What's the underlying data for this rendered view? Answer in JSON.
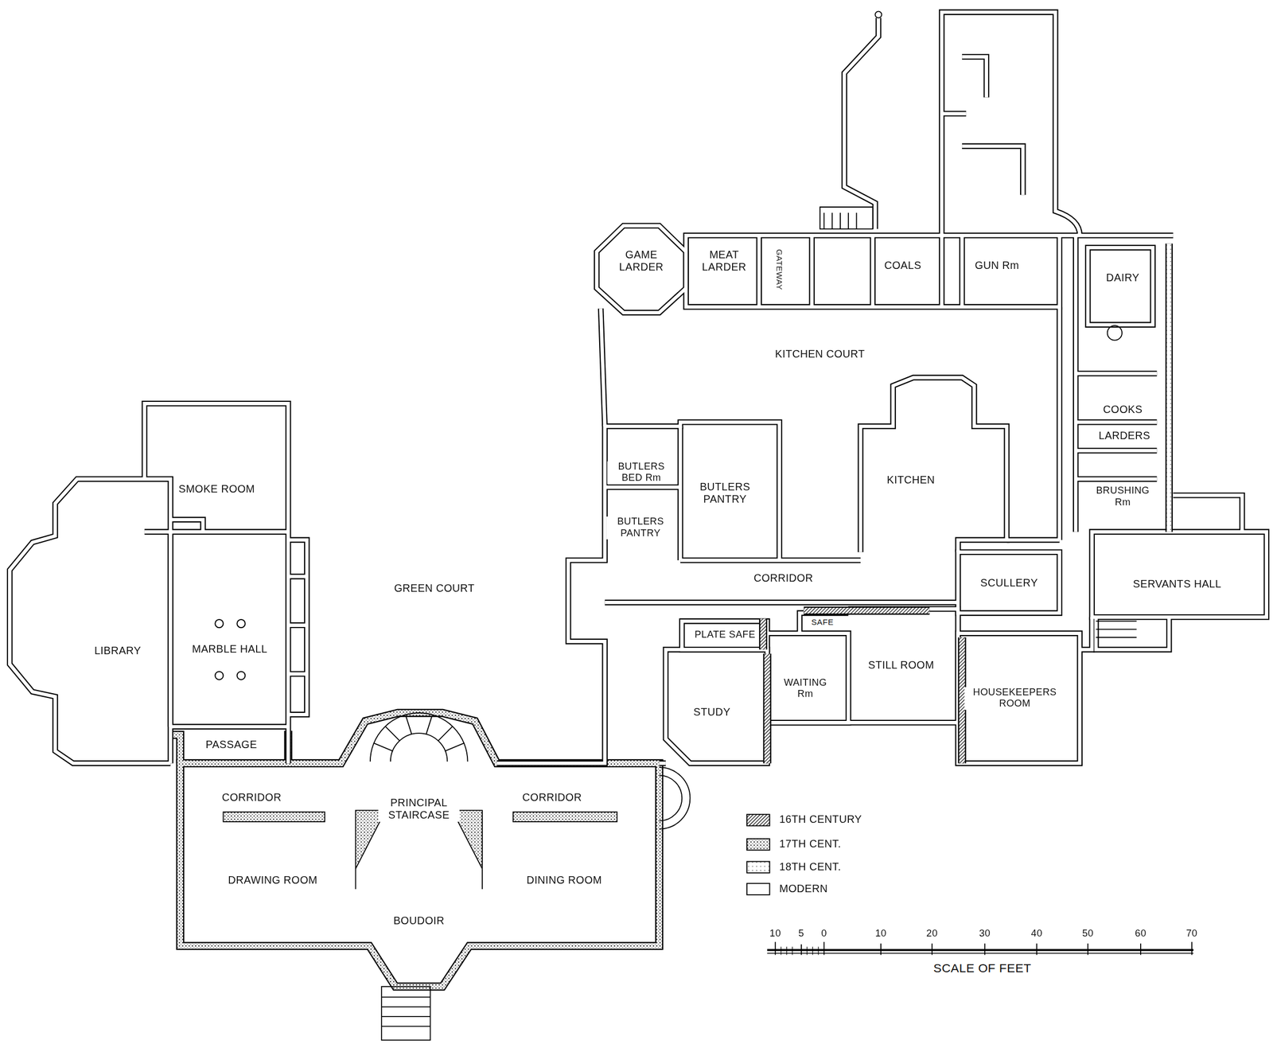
{
  "diagram": {
    "labels": [
      "GAME LARDER",
      "MEAT LARDER",
      "GATEWAY",
      "COALS",
      "GUN Rm",
      "DAIRY",
      "KITCHEN COURT",
      "COOKS",
      "LARDERS",
      "BUTLERS BED Rm",
      "BUTLERS PANTRY",
      "BUTLERS PANTRY",
      "KITCHEN",
      "BRUSHING Rm",
      "SMOKE ROOM",
      "GREEN COURT",
      "CORRIDOR",
      "SCULLERY",
      "SERVANTS HALL",
      "LIBRARY",
      "MARBLE HALL",
      "PLATE SAFE",
      "SAFE",
      "STILL ROOM",
      "WAITING Rm",
      "HOUSEKEEPERS ROOM",
      "STUDY",
      "PASSAGE",
      "CORRIDOR",
      "PRINCIPAL STAIRCASE",
      "CORRIDOR",
      "DRAWING ROOM",
      "DINING ROOM",
      "BOUDOIR",
      "10",
      "5",
      "0",
      "10",
      "20",
      "30",
      "40",
      "50",
      "60",
      "70",
      "SCALE OF FEET"
    ],
    "legend": [
      {
        "text": "16TH CENTURY"
      },
      {
        "text": "17TH CENT."
      },
      {
        "text": "18TH CENT."
      },
      {
        "text": "MODERN"
      }
    ]
  }
}
